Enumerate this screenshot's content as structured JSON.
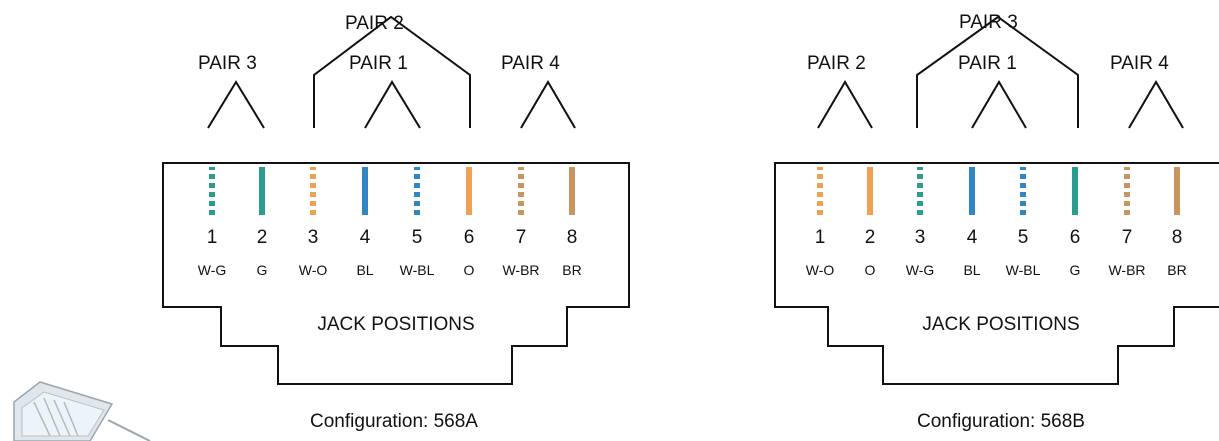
{
  "colors": {
    "green": "#2a9d8f",
    "orange": "#f0a050",
    "blue": "#2f86c5",
    "brown": "#c8955e",
    "outline": "#111111"
  },
  "jacks": [
    {
      "config_label": "Configuration: 568A",
      "jack_label": "JACK POSITIONS",
      "pairs": {
        "left": "PAIR 3",
        "center": "PAIR 1",
        "right": "PAIR 4",
        "top": "PAIR 2"
      },
      "pins": [
        {
          "number": "1",
          "code": "W-G",
          "color": "green",
          "striped": true
        },
        {
          "number": "2",
          "code": "G",
          "color": "green",
          "striped": false
        },
        {
          "number": "3",
          "code": "W-O",
          "color": "orange",
          "striped": true
        },
        {
          "number": "4",
          "code": "BL",
          "color": "blue",
          "striped": false
        },
        {
          "number": "5",
          "code": "W-BL",
          "color": "blue",
          "striped": true
        },
        {
          "number": "6",
          "code": "O",
          "color": "orange",
          "striped": false
        },
        {
          "number": "7",
          "code": "W-BR",
          "color": "brown",
          "striped": true
        },
        {
          "number": "8",
          "code": "BR",
          "color": "brown",
          "striped": false
        }
      ]
    },
    {
      "config_label": "Configuration: 568B",
      "jack_label": "JACK POSITIONS",
      "pairs": {
        "left": "PAIR 2",
        "center": "PAIR 1",
        "right": "PAIR 4",
        "top": "PAIR 3"
      },
      "pins": [
        {
          "number": "1",
          "code": "W-O",
          "color": "orange",
          "striped": true
        },
        {
          "number": "2",
          "code": "O",
          "color": "orange",
          "striped": false
        },
        {
          "number": "3",
          "code": "W-G",
          "color": "green",
          "striped": true
        },
        {
          "number": "4",
          "code": "BL",
          "color": "blue",
          "striped": false
        },
        {
          "number": "5",
          "code": "W-BL",
          "color": "blue",
          "striped": true
        },
        {
          "number": "6",
          "code": "G",
          "color": "green",
          "striped": false
        },
        {
          "number": "7",
          "code": "W-BR",
          "color": "brown",
          "striped": true
        },
        {
          "number": "8",
          "code": "BR",
          "color": "brown",
          "striped": false
        }
      ]
    }
  ]
}
